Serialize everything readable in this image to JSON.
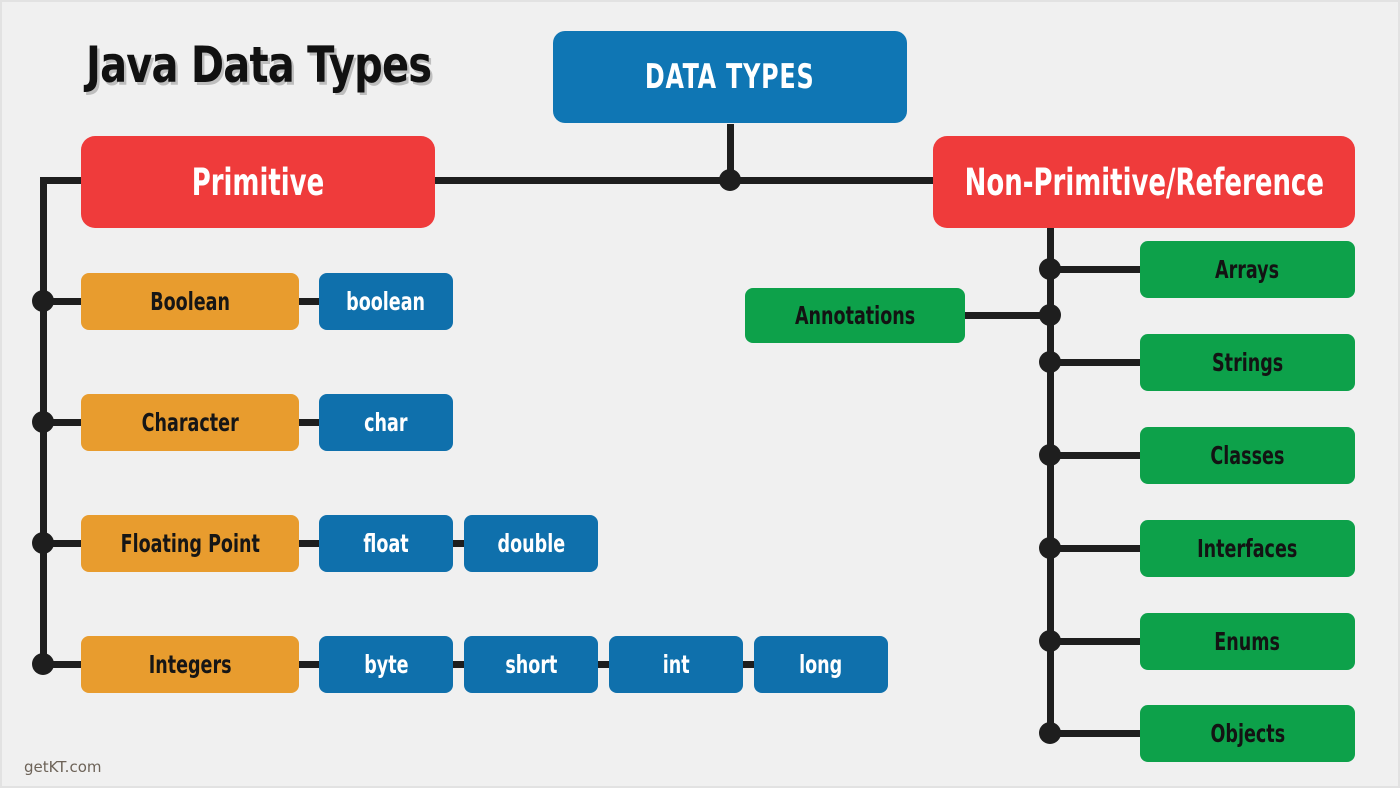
{
  "diagram": {
    "title": "Java Data Types",
    "watermark": "getKT.com",
    "root": {
      "label": "DATA TYPES",
      "color": "#0f76b4"
    },
    "categories": [
      {
        "label": "Primitive",
        "color": "#ef3b3b"
      },
      {
        "label": "Non-Primitive/Reference",
        "color": "#ef3b3b"
      }
    ],
    "primitive_groups": [
      {
        "label": "Boolean",
        "color": "#e89c2e",
        "types": [
          {
            "label": "boolean"
          }
        ]
      },
      {
        "label": "Character",
        "color": "#e89c2e",
        "types": [
          {
            "label": "char"
          }
        ]
      },
      {
        "label": "Floating Point",
        "color": "#e89c2e",
        "types": [
          {
            "label": "float"
          },
          {
            "label": "double"
          }
        ]
      },
      {
        "label": "Integers",
        "color": "#e89c2e",
        "types": [
          {
            "label": "byte"
          },
          {
            "label": "short"
          },
          {
            "label": "int"
          },
          {
            "label": "long"
          }
        ]
      }
    ],
    "primitive_type_color": "#0f70ac",
    "reference_types": [
      {
        "label": "Arrays",
        "color": "#0da14a",
        "side": "right"
      },
      {
        "label": "Annotations",
        "color": "#0da14a",
        "side": "left"
      },
      {
        "label": "Strings",
        "color": "#0da14a",
        "side": "right"
      },
      {
        "label": "Classes",
        "color": "#0da14a",
        "side": "right"
      },
      {
        "label": "Interfaces",
        "color": "#0da14a",
        "side": "right"
      },
      {
        "label": "Enums",
        "color": "#0da14a",
        "side": "right"
      },
      {
        "label": "Objects",
        "color": "#0da14a",
        "side": "right"
      }
    ],
    "connector_color": "#1e1e1e",
    "background_color": "#f0f0f0"
  }
}
